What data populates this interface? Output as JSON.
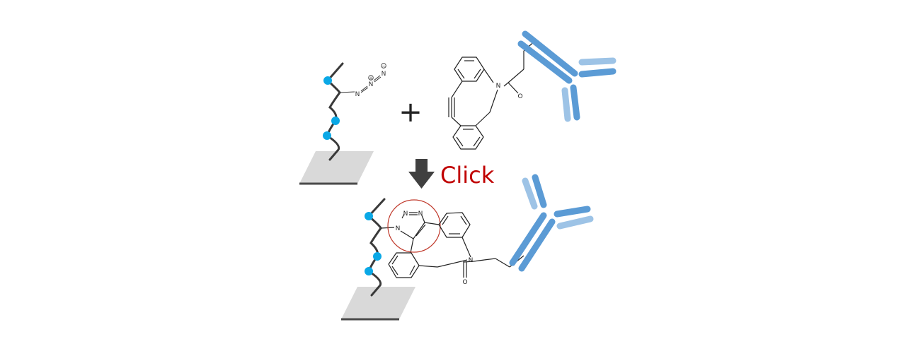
{
  "reaction": {
    "plus_sign": "+",
    "step_label": "Click"
  },
  "atoms": {
    "N": "N",
    "O": "O",
    "plus": "+",
    "minus": "−"
  },
  "colors": {
    "bead": "#0aa8e6",
    "chain": "#3a3a3a",
    "surface_fill": "#d9d9d9",
    "surface_edge": "#4a4a4a",
    "antibody_dark": "#5b9bd5",
    "antibody_light": "#9dc3e6",
    "step_label": "#c00000",
    "triazole_circle": "#c0392b",
    "arrow": "#404040"
  },
  "icons": {
    "surface": "glass-slide",
    "polymer": "polymer-chain",
    "antibody": "antibody-icon",
    "arrow": "down-arrow"
  }
}
